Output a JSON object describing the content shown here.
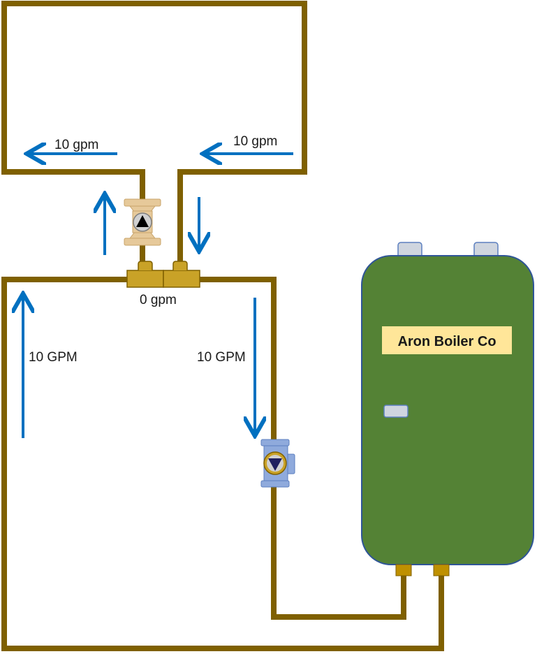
{
  "labels": {
    "secondary_left_flow": "10 gpm",
    "secondary_right_flow": "10 gpm",
    "tee_flow": "0 gpm",
    "primary_left_flow": "10 GPM",
    "primary_right_flow": "10 GPM"
  },
  "boiler": {
    "name": "Aron Boiler Co"
  },
  "colors": {
    "pipe": "#7f6000",
    "arrow": "#0070c0",
    "boiler_body": "#548235",
    "boiler_outline": "#2f5597",
    "boiler_label_bg": "#ffe699",
    "tee_fitting": "#c9a227",
    "secondary_pump": "#e6c99a",
    "primary_pump": "#8faadc"
  },
  "icons": {
    "secondary_pump": "circulator-pump-up-icon",
    "primary_pump": "circulator-pump-down-icon"
  }
}
